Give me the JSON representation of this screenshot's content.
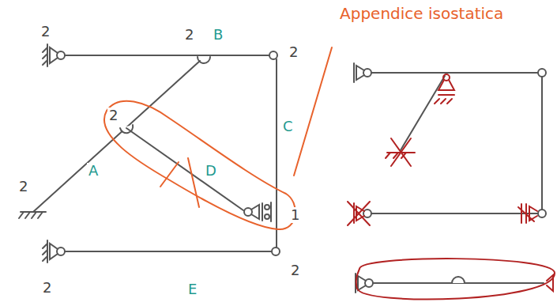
{
  "diagram": {
    "labels": [
      "Appendice isostatica",
      "2",
      "2",
      "B",
      "2",
      "C",
      "2",
      "A",
      "D",
      "1",
      "2",
      "2",
      "E",
      "2"
    ]
  }
}
